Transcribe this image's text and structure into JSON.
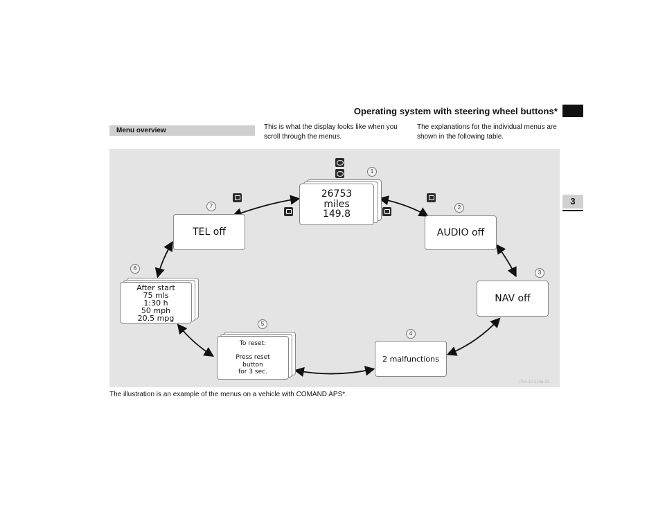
{
  "header": {
    "title": "Operating system with steering wheel buttons*",
    "chapter": "3"
  },
  "section": {
    "title": "Menu overview"
  },
  "columns": {
    "middle": "This is what the display looks like when you scroll through the menus.",
    "right": "The explanations for the individual menus are shown in the following table."
  },
  "diagram": {
    "menus": [
      {
        "number": "1",
        "lines": [
          "26753",
          "miles",
          "149.8"
        ]
      },
      {
        "number": "2",
        "lines": [
          "AUDIO off"
        ]
      },
      {
        "number": "3",
        "lines": [
          "NAV off"
        ]
      },
      {
        "number": "4",
        "lines": [
          "2  malfunctions"
        ]
      },
      {
        "number": "5",
        "lines": [
          "To reset:",
          "",
          "Press reset",
          "button",
          "for 3 sec."
        ]
      },
      {
        "number": "6",
        "lines": [
          "After start",
          "75 mls",
          "1:30 h",
          "50 mph",
          "20.5 mpg"
        ]
      },
      {
        "number": "7",
        "lines": [
          "TEL off"
        ]
      }
    ],
    "code": "P54.10-3256-31"
  },
  "caption": "The illustration is an example of the menus on a vehicle with COMAND APS*."
}
